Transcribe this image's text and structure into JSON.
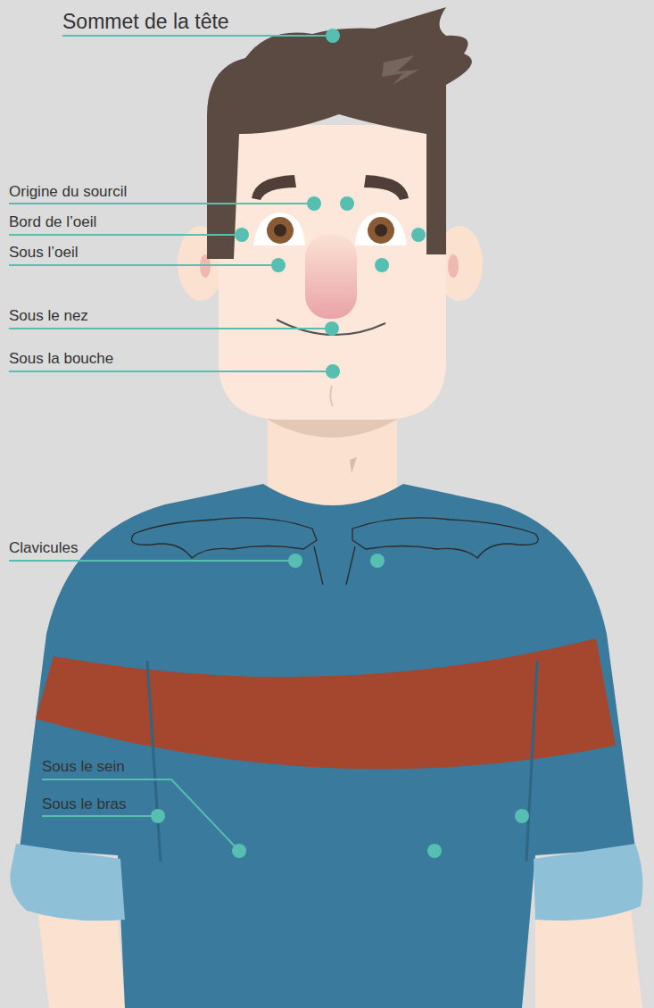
{
  "diagram": {
    "labels": [
      "Sommet de la tête",
      "Origine du sourcil",
      "Bord de l’oeil",
      "Sous l’oeil",
      "Sous le nez",
      "Sous la bouche",
      "Clavicules",
      "Sous le sein",
      "Sous le bras"
    ]
  }
}
